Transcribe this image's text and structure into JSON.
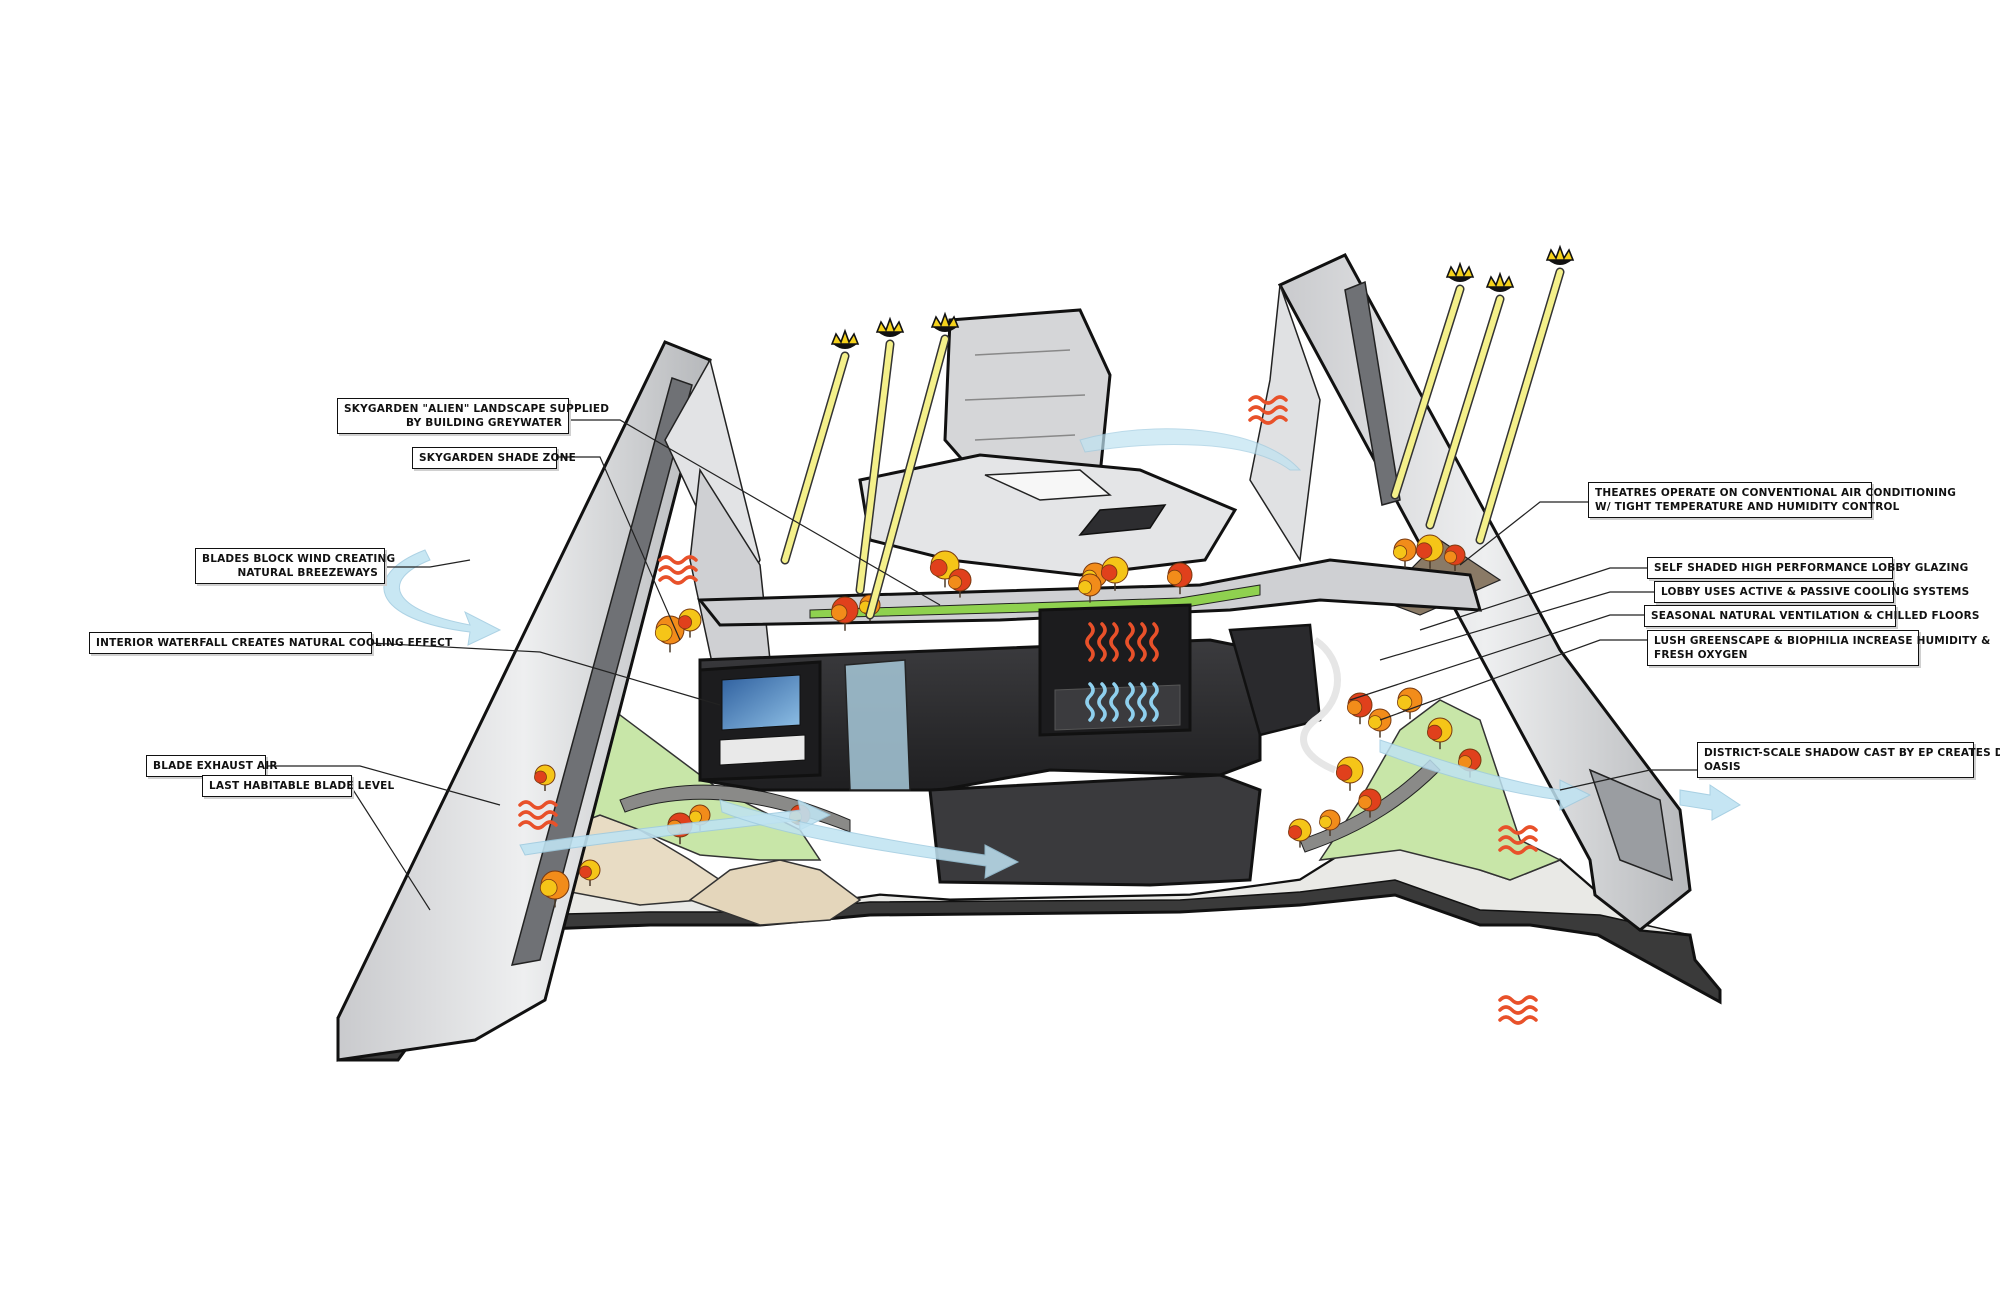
{
  "annotations": {
    "skygarden_landscape": [
      "SKYGARDEN \"ALIEN\" LANDSCAPE SUPPLIED",
      "BY BUILDING GREYWATER"
    ],
    "skygarden_shade": "SKYGARDEN SHADE ZONE",
    "blades_block_wind": [
      "BLADES BLOCK WIND CREATING",
      "NATURAL BREEZEWAYS"
    ],
    "interior_waterfall": "INTERIOR WATERFALL CREATES NATURAL COOLING EFFECT",
    "blade_exhaust": "BLADE EXHAUST AIR",
    "last_habitable": "LAST HABITABLE BLADE LEVEL",
    "theatres": [
      "THEATRES OPERATE ON CONVENTIONAL AIR CONDITIONING",
      "W/ TIGHT TEMPERATURE AND HUMIDITY CONTROL"
    ],
    "lobby_glazing": "SELF SHADED HIGH PERFORMANCE LOBBY GLAZING",
    "lobby_cooling": "LOBBY USES ACTIVE & PASSIVE COOLING SYSTEMS",
    "seasonal_ventilation": "SEASONAL NATURAL VENTILATION & CHILLED FLOORS",
    "greenscape": [
      "LUSH GREENSCAPE & BIOPHILIA INCREASE HUMIDITY &",
      "FRESH OXYGEN"
    ],
    "district_shadow": [
      "DISTRICT-SCALE SHADOW CAST BY EP CREATES DESERT",
      "OASIS"
    ]
  },
  "colors": {
    "outline": "#1a1a1a",
    "ground": "#3a3a3a",
    "blade": "#d9dadc",
    "blade_dark": "#6f7175",
    "interior": "#2b2b2d",
    "green": "#8fd14f",
    "lawn": "#c8e6a8",
    "sand": "#e8dcc4",
    "sun_ray": "#f4f08a",
    "airflow": "#bfe3f2",
    "heat": "#e8512a",
    "foliage_orange": "#f28c1a",
    "foliage_yellow": "#f5c518",
    "foliage_red": "#e0401c"
  },
  "icons": {
    "sun": "sun-icon",
    "heat_wave": "heat-wave-icon",
    "cool_wave": "cool-wave-icon",
    "airflow_arrow": "airflow-arrow-icon"
  }
}
